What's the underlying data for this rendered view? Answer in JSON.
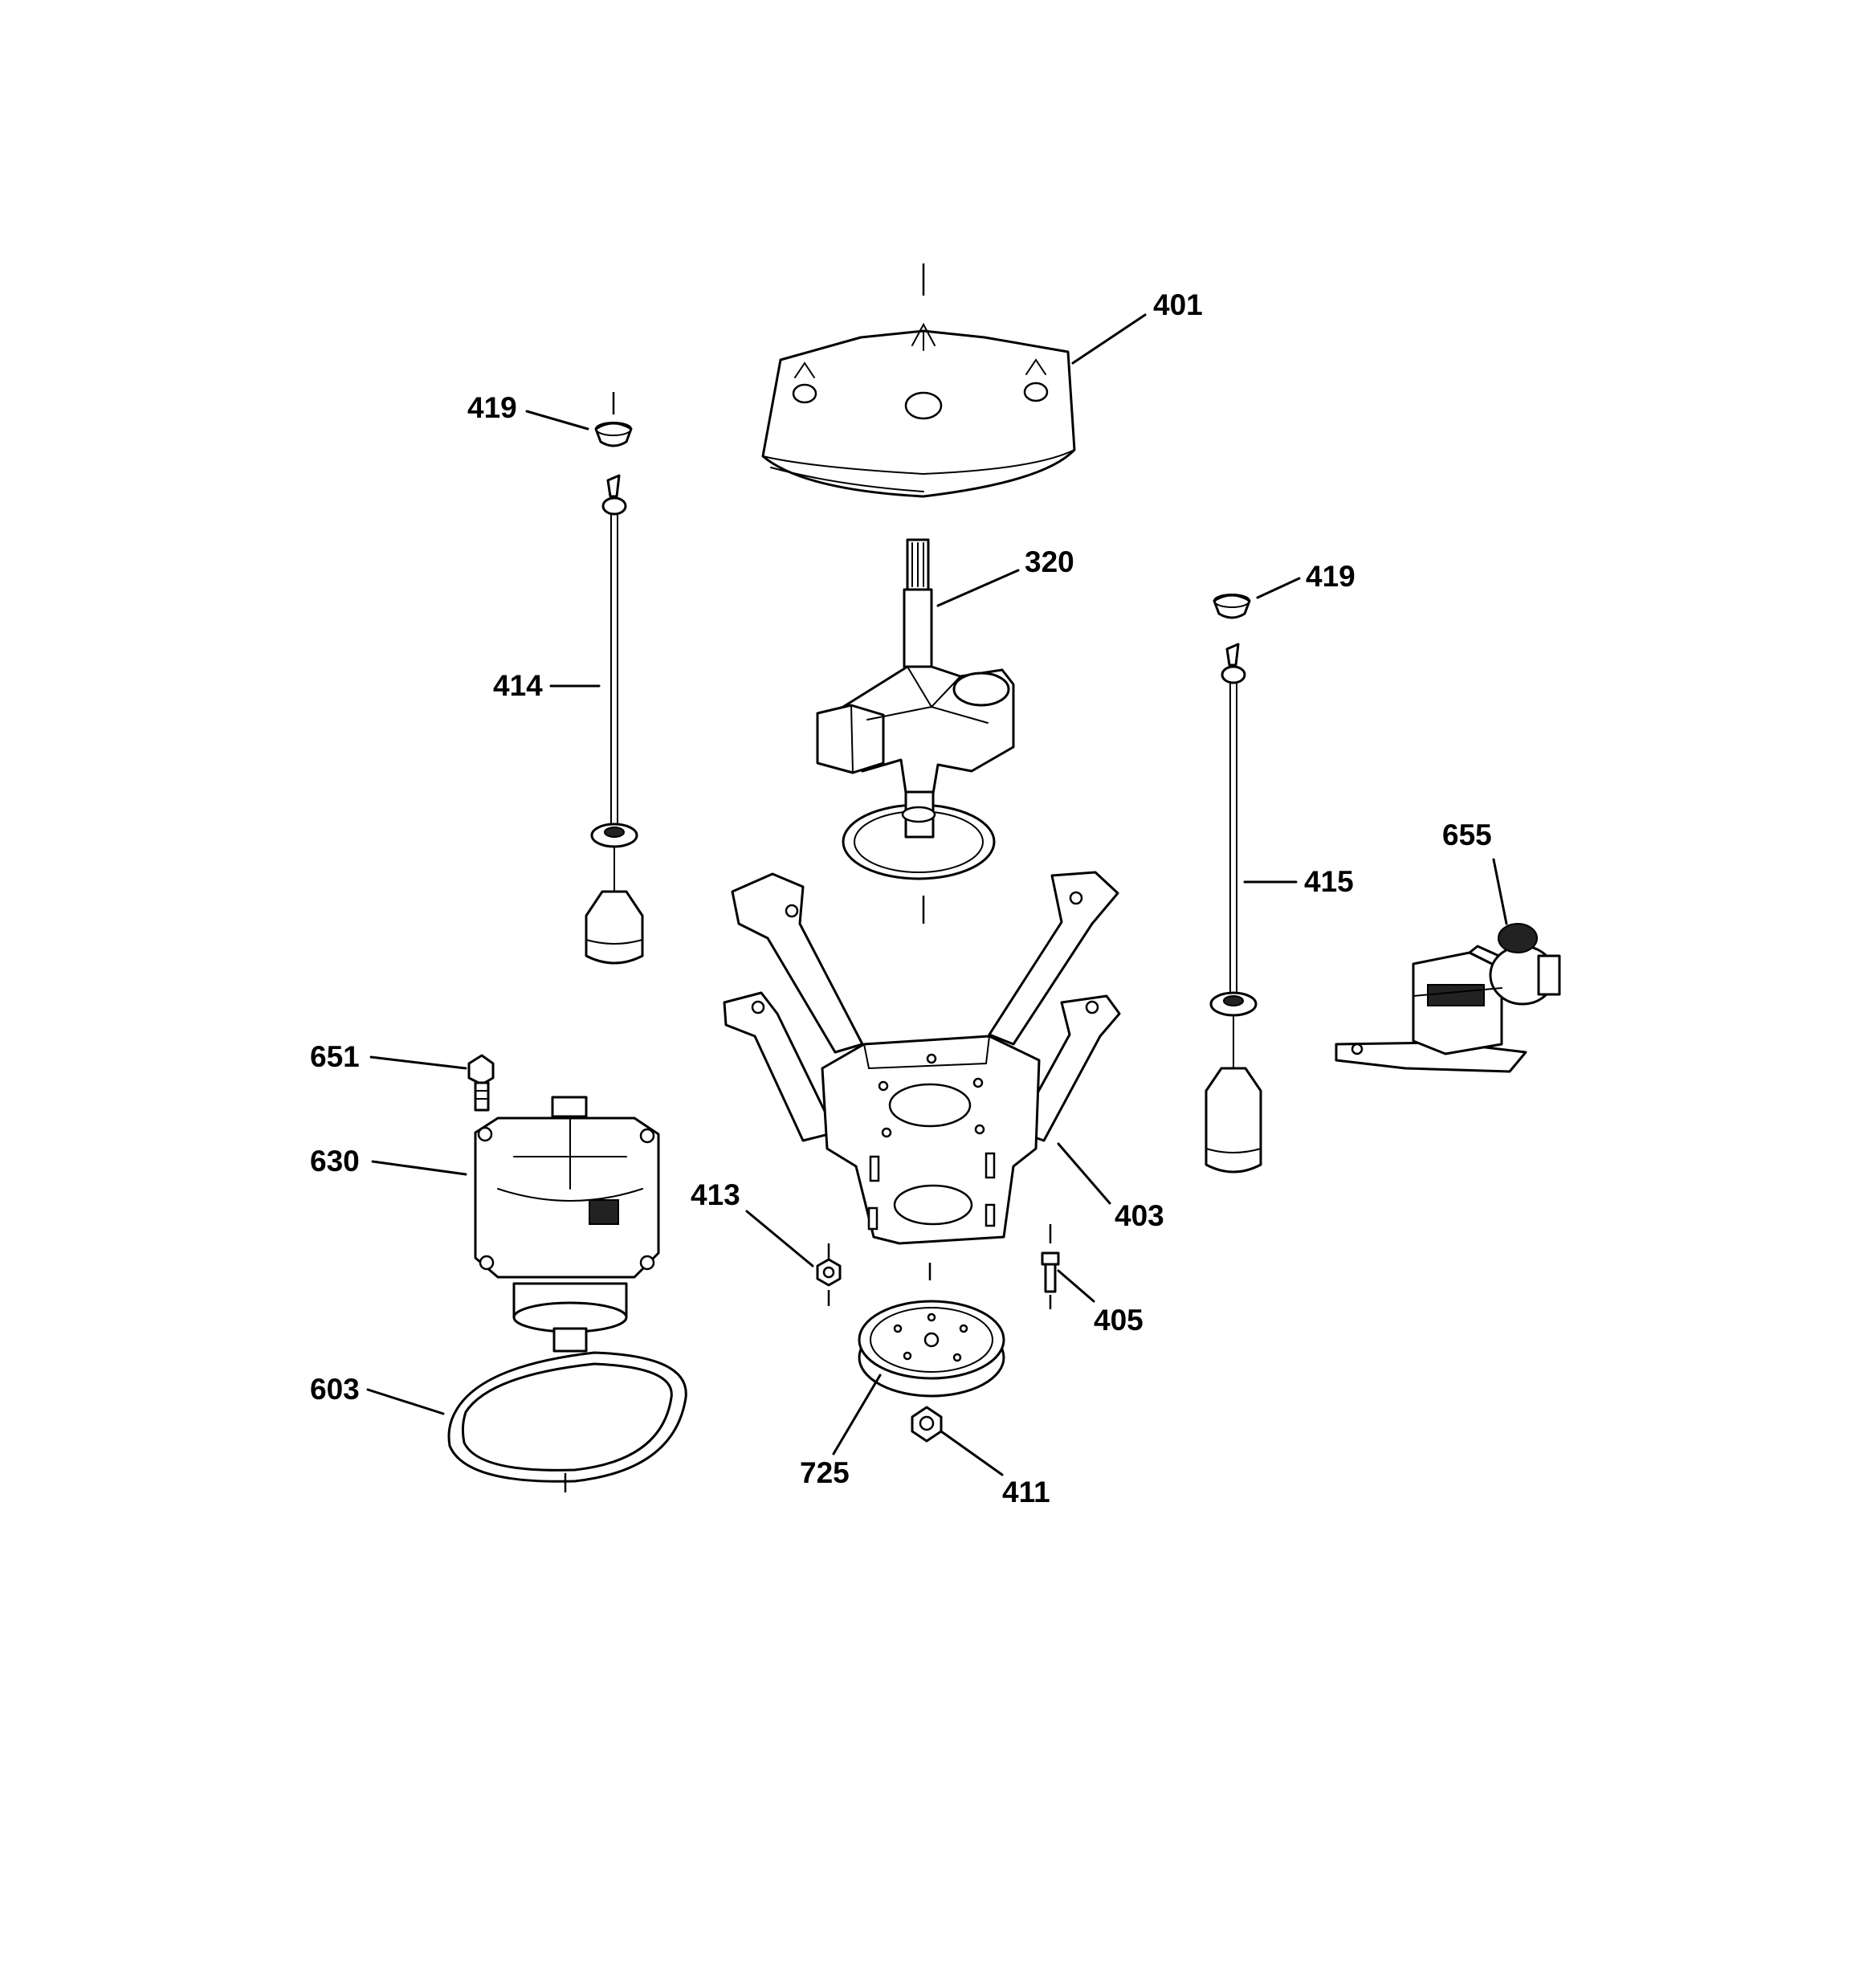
{
  "diagram": {
    "callouts": [
      {
        "id": "401",
        "text": "401"
      },
      {
        "id": "419-left",
        "text": "419"
      },
      {
        "id": "419-right",
        "text": "419"
      },
      {
        "id": "320",
        "text": "320"
      },
      {
        "id": "414",
        "text": "414"
      },
      {
        "id": "415",
        "text": "415"
      },
      {
        "id": "655",
        "text": "655"
      },
      {
        "id": "651",
        "text": "651"
      },
      {
        "id": "630",
        "text": "630"
      },
      {
        "id": "413",
        "text": "413"
      },
      {
        "id": "403",
        "text": "403"
      },
      {
        "id": "405",
        "text": "405"
      },
      {
        "id": "603",
        "text": "603"
      },
      {
        "id": "725",
        "text": "725"
      },
      {
        "id": "411",
        "text": "411"
      }
    ]
  }
}
